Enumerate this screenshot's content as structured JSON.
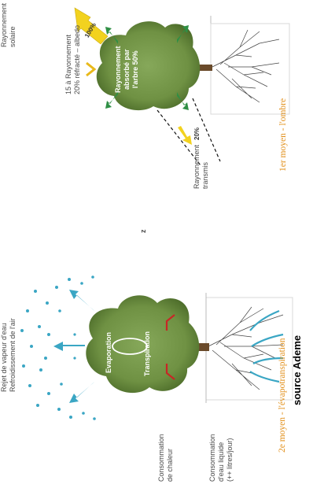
{
  "left_panel": {
    "incoming_label": [
      "Rayonnement",
      "solaire"
    ],
    "incoming_pct": "100%",
    "reflected_line1": "15 à  Rayonnement",
    "reflected_line2": "20%  réfracté – albedo",
    "absorbed_label": [
      "Rayonnement",
      "absorbé par",
      "l'arbre  50%"
    ],
    "transmitted_label": [
      "Rayonnement",
      "transmis"
    ],
    "transmitted_pct": "20%",
    "caption": "1er moyen - l'ombre",
    "stray_mark": "z"
  },
  "right_panel": {
    "vapour_label": [
      "Rejet de vapeur d'eau",
      "Refroidissement de l'air"
    ],
    "evaporation_label": "Evaporation",
    "transpiration_label": "Transpiration",
    "heat_label": [
      "Consommation",
      "de chaleur"
    ],
    "water_label": [
      "Consommation",
      "d'eau liquide",
      "(++ litres/jour)"
    ],
    "caption": "2e moyen - l'évapotranspiration"
  },
  "source": "source Ademe",
  "colors": {
    "foliage": "#6f9143",
    "foliage_dark": "#4e6e2b",
    "trunk": "#6a4a2a",
    "sun_arrow": "#f2d21f",
    "green_arrow": "#2f8f45",
    "blue": "#3aa6c4",
    "red": "#c82626",
    "caption": "#e2901b"
  }
}
